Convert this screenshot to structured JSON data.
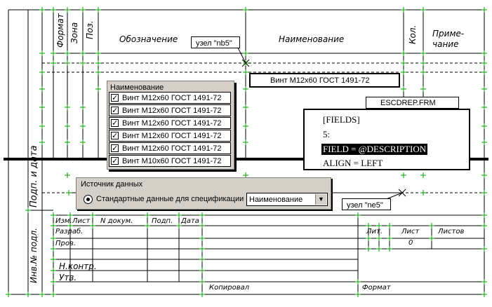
{
  "header_columns": {
    "format": "Формат",
    "zone": "Зона",
    "pos": "Поз.",
    "designation": "Обозначение",
    "name": "Наименование",
    "qty": "Кол.",
    "note_line1": "Приме-",
    "note_line2": "чание"
  },
  "node_labels": {
    "top": "узел \"nb5\"",
    "bottom": "узел \"ne5\""
  },
  "value_box": "Винт М12х60 ГОСТ 1491-72",
  "list_panel": {
    "title": "Наименование",
    "items": [
      {
        "text": "Винт М12х60 ГОСТ 1491-72",
        "checked": true
      },
      {
        "text": "Винт М12х60 ГОСТ 1491-72",
        "checked": true
      },
      {
        "text": "Винт М12х60 ГОСТ 1491-72",
        "checked": true
      },
      {
        "text": "Винт М12х60 ГОСТ 1491-72",
        "checked": true
      },
      {
        "text": "Винт М12х60 ГОСТ 1491-72",
        "checked": true
      },
      {
        "text": "Винт М10х60 ГОСТ 1491-72",
        "checked": true
      }
    ]
  },
  "code_panel": {
    "tab": "ESCDREP.FRM",
    "lines": [
      "[FIELDS]",
      "5:",
      "FIELD = @DESCRIPTION",
      "ALIGN = LEFT"
    ]
  },
  "source_panel": {
    "title": "Источник данных",
    "option": "Стандартные данные для спецификации",
    "selected": "Наименование",
    "dropdown_icon": "triangle-down-icon"
  },
  "stamp": {
    "side_top": "Подп. и дата",
    "side_bottom": "Инв.№ подл.",
    "izm": "Изм.",
    "list": "Лист",
    "ndokum": "N докум.",
    "podp": "Подп.",
    "data": "Дата",
    "razrab": "Разраб.",
    "prov": "Пров.",
    "nkontr": "Н.контр.",
    "utv": "Утв.",
    "lit": "Лит.",
    "sheet": "Лист",
    "sheets": "Листов",
    "sheet_value": "0",
    "copied": "Копировал",
    "format": "Формат"
  },
  "colors": {
    "grip": "#00a000",
    "line": "#000000"
  }
}
